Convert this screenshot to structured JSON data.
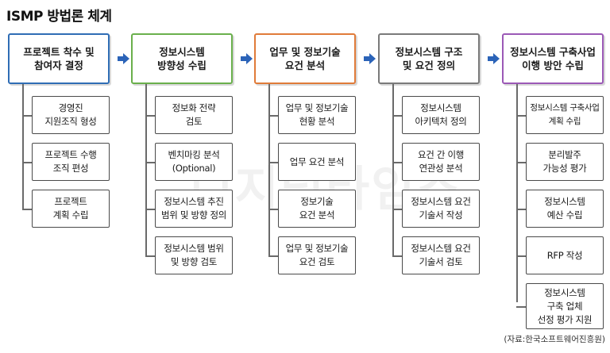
{
  "title": "ISMP 방법론 체계",
  "source": "(자료:한국소프트웨어진흥원)",
  "watermark": "디지털타임스",
  "colors": {
    "phase_borders": [
      "#2f6db5",
      "#6ab04c",
      "#e07b39",
      "#7a7a7a",
      "#9b59b6"
    ],
    "arrow": "#2b63b8"
  },
  "phases": [
    {
      "label": "프로젝트 착수 및\n참여자 결정",
      "tasks": [
        "경영진\n지원조직 형성",
        "프로젝트 수행\n조직 편성",
        "프로젝트\n계획 수립"
      ]
    },
    {
      "label": "정보시스템\n방향성 수립",
      "tasks": [
        "정보화 전략\n검토",
        "벤치마킹 분석\n(Optional)",
        "정보시스템 추진\n범위 및 방향 정의",
        "정보시스템 범위\n및 방향 검토"
      ]
    },
    {
      "label": "업무 및 정보기술\n요건 분석",
      "tasks": [
        "업무 및 정보기술\n현황 분석",
        "업무 요건 분석",
        "정보기술\n요건 분석",
        "업무 및 정보기술\n요건 검토"
      ]
    },
    {
      "label": "정보시스템 구조\n및 요건 정의",
      "tasks": [
        "정보시스템\n아키텍처 정의",
        "요건 간 이행\n연관성 분석",
        "정보시스템 요건\n기술서 작성",
        "정보시스템 요건\n기술서 검토"
      ]
    },
    {
      "label": "정보시스템 구축사업\n이행 방안 수립",
      "tasks": [
        "정보시스템 구축사업\n계획 수립",
        "분리발주\n가능성 평가",
        "정보시스템\n예산 수립",
        "RFP 작성",
        "정보시스템\n구축 업체\n선정  평가 지원"
      ]
    }
  ]
}
